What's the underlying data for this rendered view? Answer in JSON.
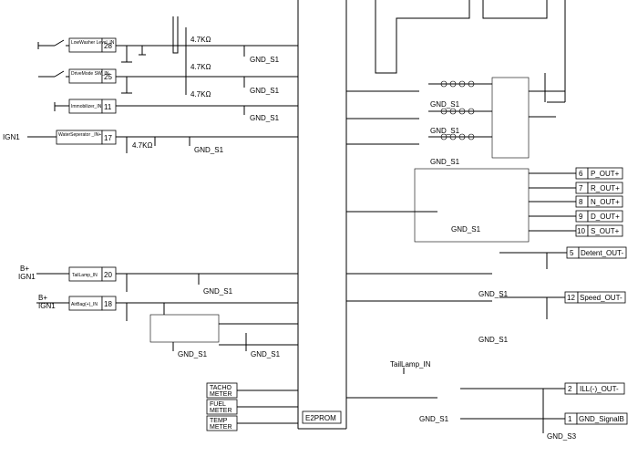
{
  "inputs": [
    {
      "label": "LowWasher Level_IN",
      "pin": "28"
    },
    {
      "label": "DriveMode SW_IN-",
      "pin": "25"
    },
    {
      "label": "Immobilizer_IN",
      "pin": "11"
    },
    {
      "label": "WaterSeperator _IN+",
      "pin": "17"
    },
    {
      "label": "TailLamp_IN",
      "pin": "20"
    },
    {
      "label": "AirBag(+)_IN",
      "pin": "18"
    }
  ],
  "supplies": {
    "ign1_top": "IGN1",
    "bplus_a": "B+",
    "ign1_a": "IGN1",
    "bplus_b": "B+",
    "ign1_b": "IGN1",
    "taillamp_in": "TailLamp_IN"
  },
  "resistors": [
    "4.7KΩ",
    "4.7KΩ",
    "4.7KΩ",
    "4.7KΩ"
  ],
  "grounds": [
    "GND_S1",
    "GND_S1",
    "GND_S1",
    "GND_S1",
    "GND_S1",
    "GND_S1",
    "GND_S1",
    "GND_S1",
    "GND_S1",
    "GND_S1",
    "GND_S1",
    "GND_S1",
    "GND_S1",
    "GND_S1"
  ],
  "ground_s3": "GND_S3",
  "outputs": [
    {
      "pin": "6",
      "label": "P_OUT+"
    },
    {
      "pin": "7",
      "label": "R_OUT+"
    },
    {
      "pin": "8",
      "label": "N_OUT+"
    },
    {
      "pin": "9",
      "label": "D_OUT+"
    },
    {
      "pin": "10",
      "label": "S_OUT+"
    },
    {
      "pin": "5",
      "label": "Detent_OUT-"
    },
    {
      "pin": "12",
      "label": "Speed_OUT-"
    },
    {
      "pin": "2",
      "label": "ILL(-)_OUT-"
    },
    {
      "pin": "1",
      "label": "GND_SignalB"
    }
  ],
  "meters": [
    {
      "line1": "TACHO",
      "line2": "METER"
    },
    {
      "line1": "FUEL",
      "line2": "METER"
    },
    {
      "line1": "TEMP",
      "line2": "METER"
    }
  ],
  "eeprom": "E2PROM"
}
